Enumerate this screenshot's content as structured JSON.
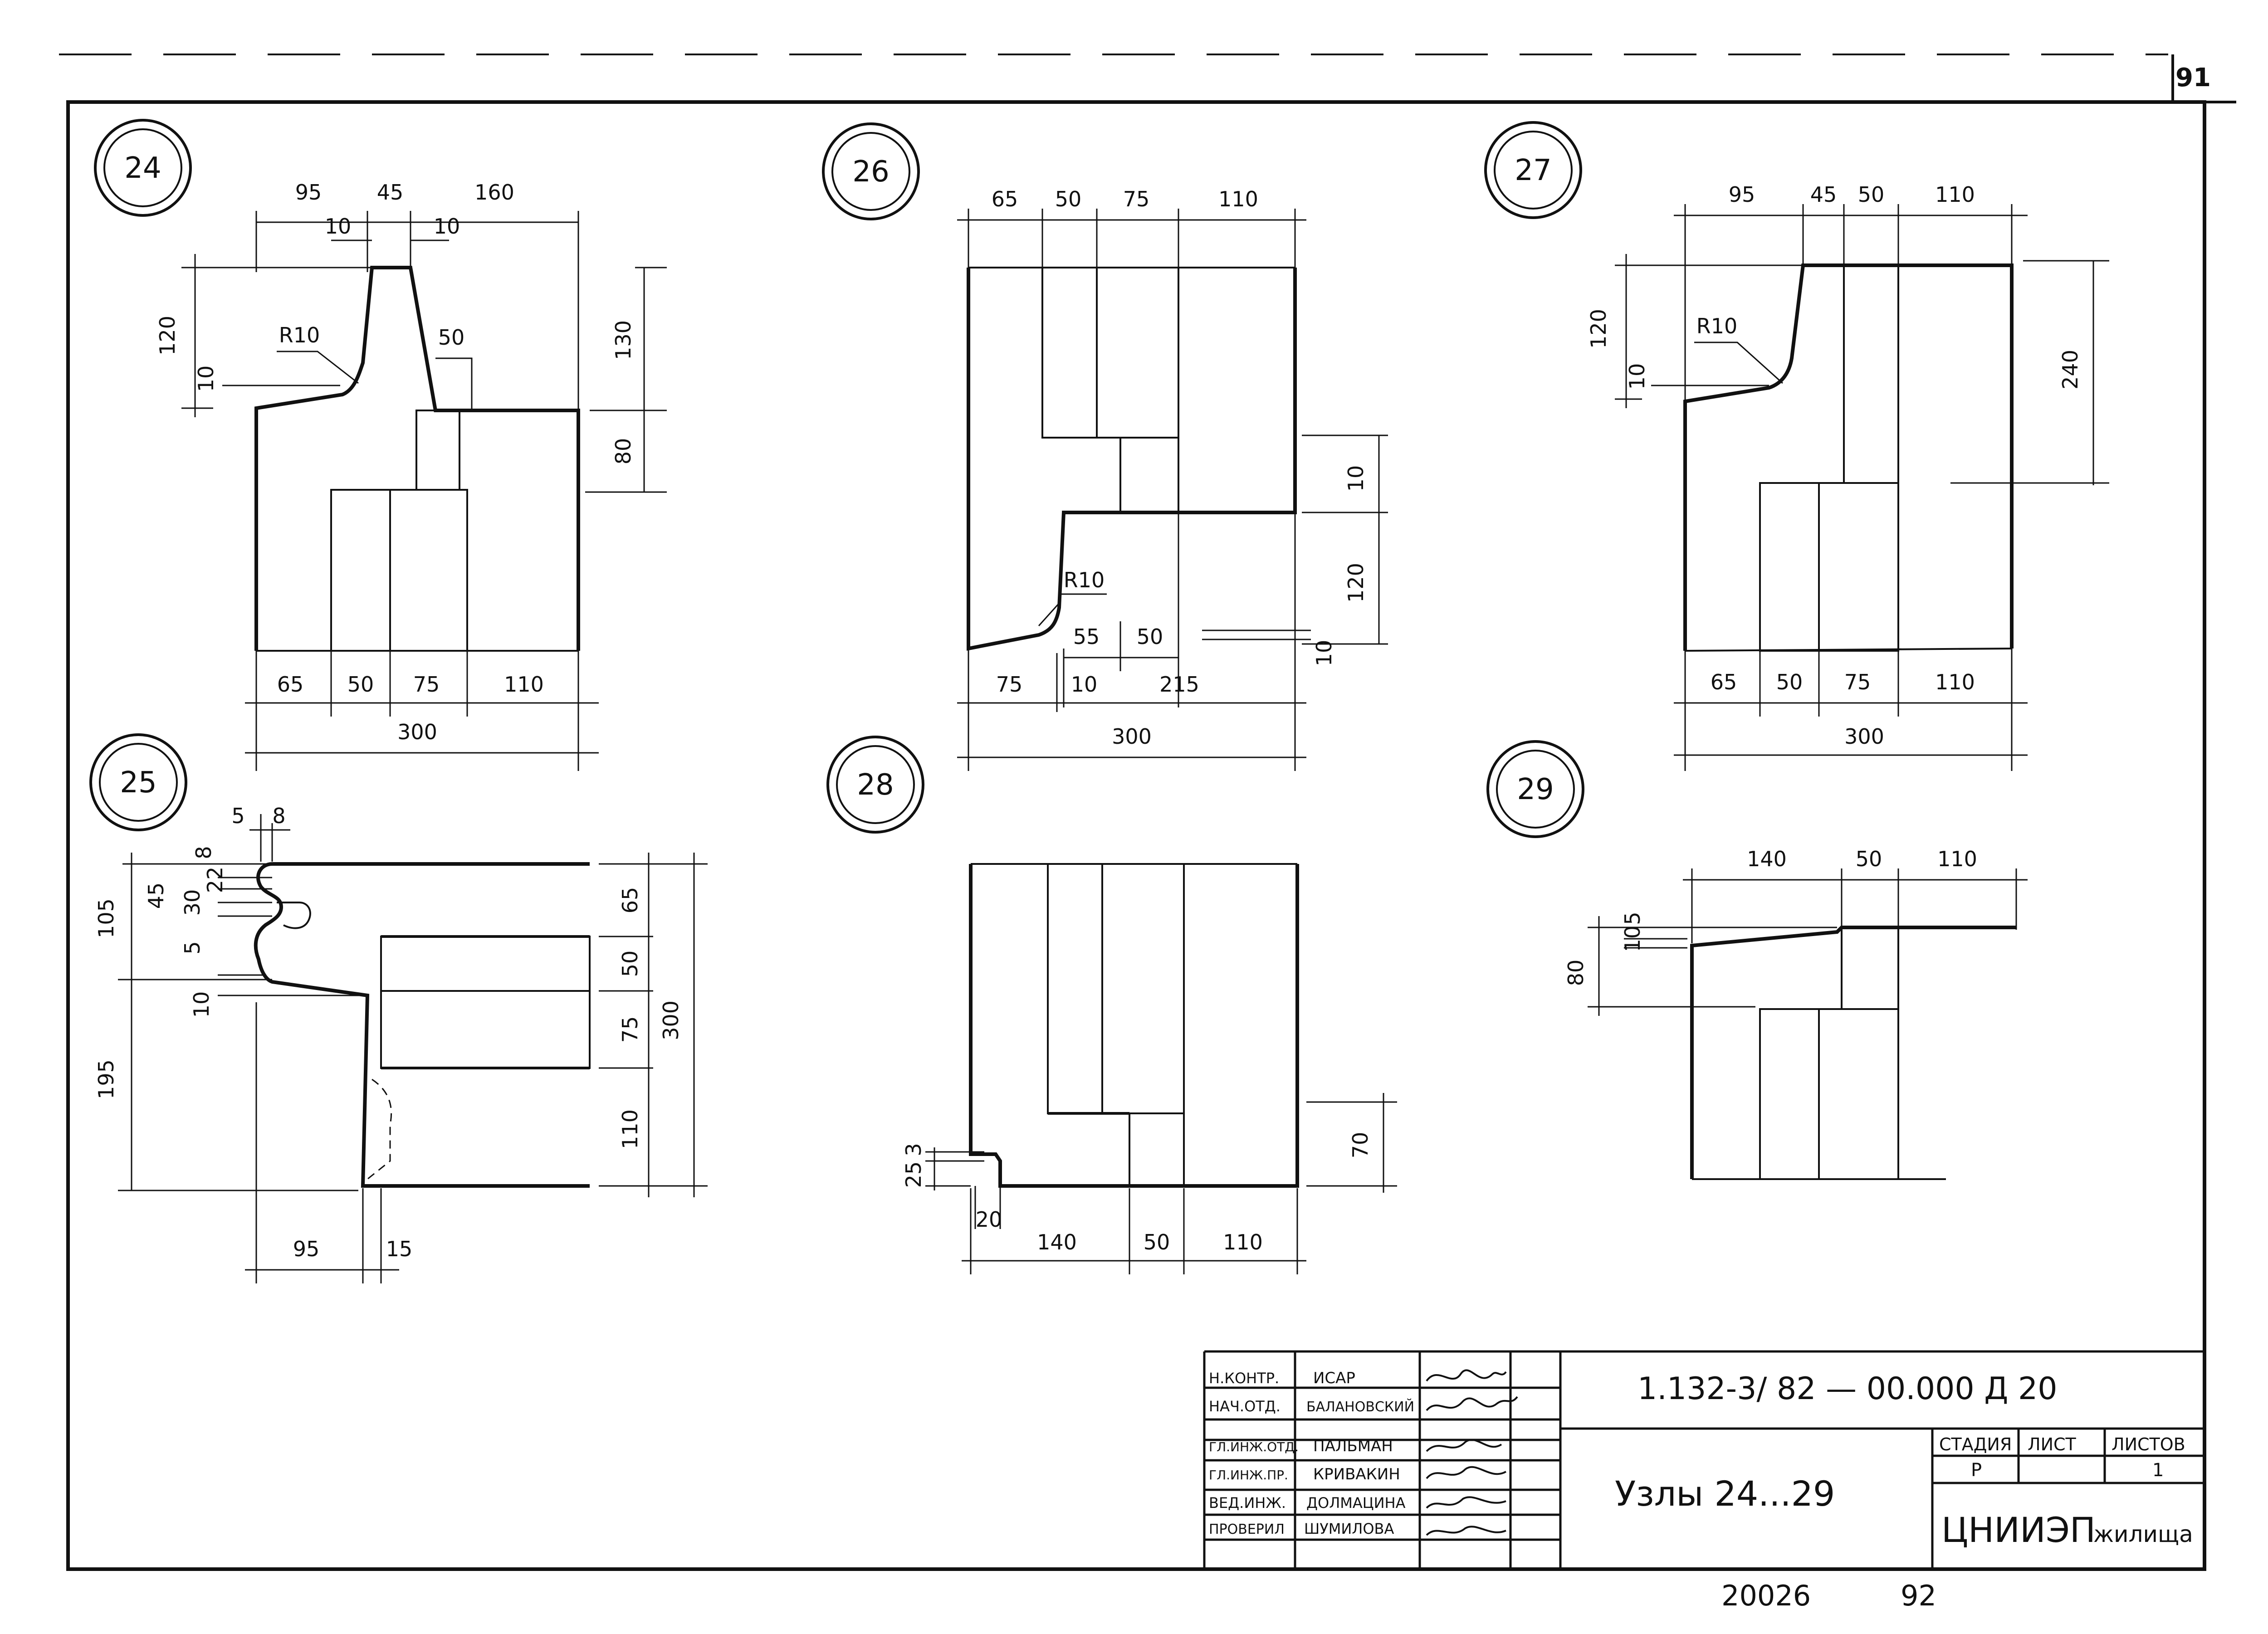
{
  "sheet": {
    "page_number": "91",
    "bottom_stamp": "20026",
    "bottom_stamp_suffix": "92"
  },
  "details": [
    {
      "id": "24",
      "dims": [
        "95",
        "45",
        "160",
        "10",
        "10",
        "120",
        "10",
        "R10",
        "50",
        "130",
        "80",
        "65",
        "50",
        "75",
        "110",
        "300"
      ]
    },
    {
      "id": "26",
      "dims": [
        "65",
        "50",
        "75",
        "110",
        "10",
        "120",
        "R10",
        "55",
        "50",
        "10",
        "75",
        "10",
        "215",
        "300"
      ]
    },
    {
      "id": "27",
      "dims": [
        "95",
        "45",
        "50",
        "110",
        "120",
        "R10",
        "10",
        "240",
        "65",
        "50",
        "75",
        "110",
        "300"
      ]
    },
    {
      "id": "25",
      "dims": [
        "5",
        "8",
        "8",
        "45",
        "30",
        "22",
        "5",
        "105",
        "10",
        "195",
        "65",
        "50",
        "75",
        "300",
        "110",
        "95",
        "15"
      ]
    },
    {
      "id": "28",
      "dims": [
        "25",
        "3",
        "20",
        "140",
        "50",
        "110",
        "70"
      ]
    },
    {
      "id": "29",
      "dims": [
        "140",
        "50",
        "110",
        "10",
        "5",
        "80"
      ]
    }
  ],
  "title_block": {
    "staff": [
      {
        "role": "Н.КОНТР.",
        "name": "ИСАР"
      },
      {
        "role": "НАЧ.ОТД.",
        "name": "БАЛАНОВСКИЙ"
      },
      {
        "role": "ГЛ.ИНЖ.ОТД.",
        "name": "ПАЛЬМАН"
      },
      {
        "role": "ГЛ.ИНЖ.ПР.",
        "name": "КРИВАКИН"
      },
      {
        "role": "ВЕД.ИНЖ.",
        "name": "ДОЛМАЦИНА"
      },
      {
        "role": "ПРОВЕРИЛ",
        "name": "ШУМИЛОВА"
      }
    ],
    "document_code": "1.132-3/ 82 — 00.000  Д 20",
    "drawing_title": "Узлы 24...29",
    "stage_label": "СТАДИЯ",
    "sheet_label": "ЛИСТ",
    "sheets_label": "ЛИСТОВ",
    "stage_value": "Р",
    "sheet_value": "",
    "sheets_value": "1",
    "organization": "ЦНИИЭП",
    "organization_suffix": "жилища"
  }
}
